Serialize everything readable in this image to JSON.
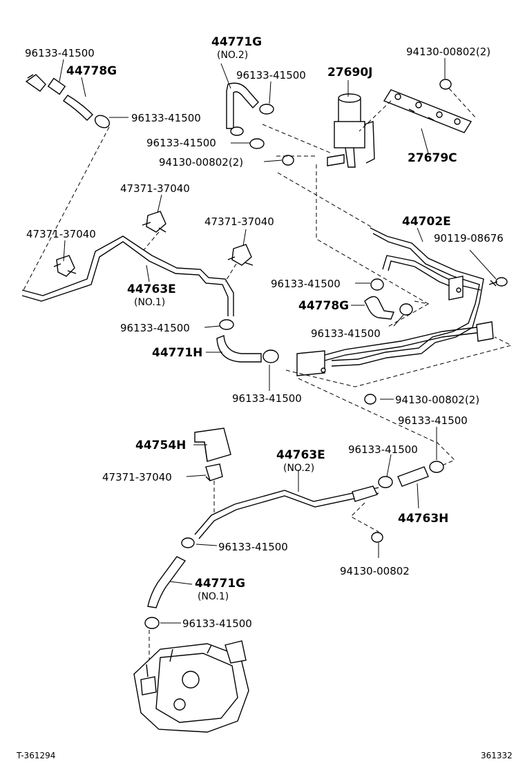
{
  "labels": {
    "c1": "96133-41500",
    "c2": "44778G",
    "c3": "96133-41500",
    "c4": "44771G",
    "c5": "(NO.2)",
    "c6": "96133-41500",
    "c7": "27690J",
    "c8": "94130-00802(2)",
    "c9": "96133-41500",
    "c10": "94130-00802(2)",
    "c11": "27679C",
    "c12": "47371-37040",
    "c13": "47371-37040",
    "c14": "47371-37040",
    "c15": "44763E",
    "c16": "(NO.1)",
    "c17": "44702E",
    "c18": "90119-08676",
    "c19": "96133-41500",
    "c20": "44778G",
    "c21": "96133-41500",
    "c22": "96133-41500",
    "c23": "44771H",
    "c24": "96133-41500",
    "c25": "94130-00802(2)",
    "c26": "96133-41500",
    "c27": "44754H",
    "c28": "44763E",
    "c29": "(NO.2)",
    "c30": "96133-41500",
    "c31": "47371-37040",
    "c32": "44763H",
    "c33": "96133-41500",
    "c34": "94130-00802",
    "c35": "44771G",
    "c36": "(NO.1)",
    "c37": "96133-41500"
  },
  "footer": {
    "left": "T-361294",
    "right": "361332"
  }
}
